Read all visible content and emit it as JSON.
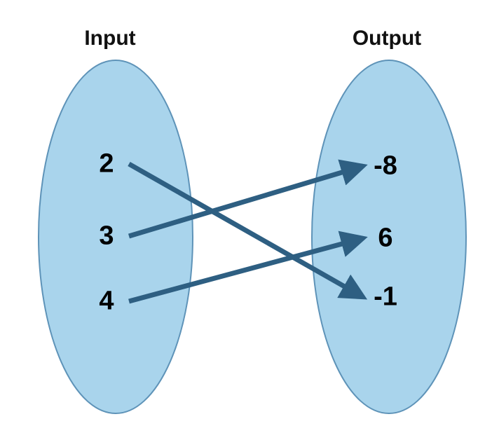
{
  "diagram": {
    "left": {
      "title": "Input",
      "items": [
        "2",
        "3",
        "4"
      ]
    },
    "right": {
      "title": "Output",
      "items": [
        "-8",
        "6",
        "-1"
      ]
    },
    "mappings": [
      {
        "from": "2",
        "to": "-1"
      },
      {
        "from": "3",
        "to": "-8"
      },
      {
        "from": "4",
        "to": "6"
      }
    ],
    "colors": {
      "ellipse_fill": "#a9d4ec",
      "ellipse_stroke": "#5e93b8",
      "arrow": "#2e5f82",
      "text": "#000000"
    }
  }
}
